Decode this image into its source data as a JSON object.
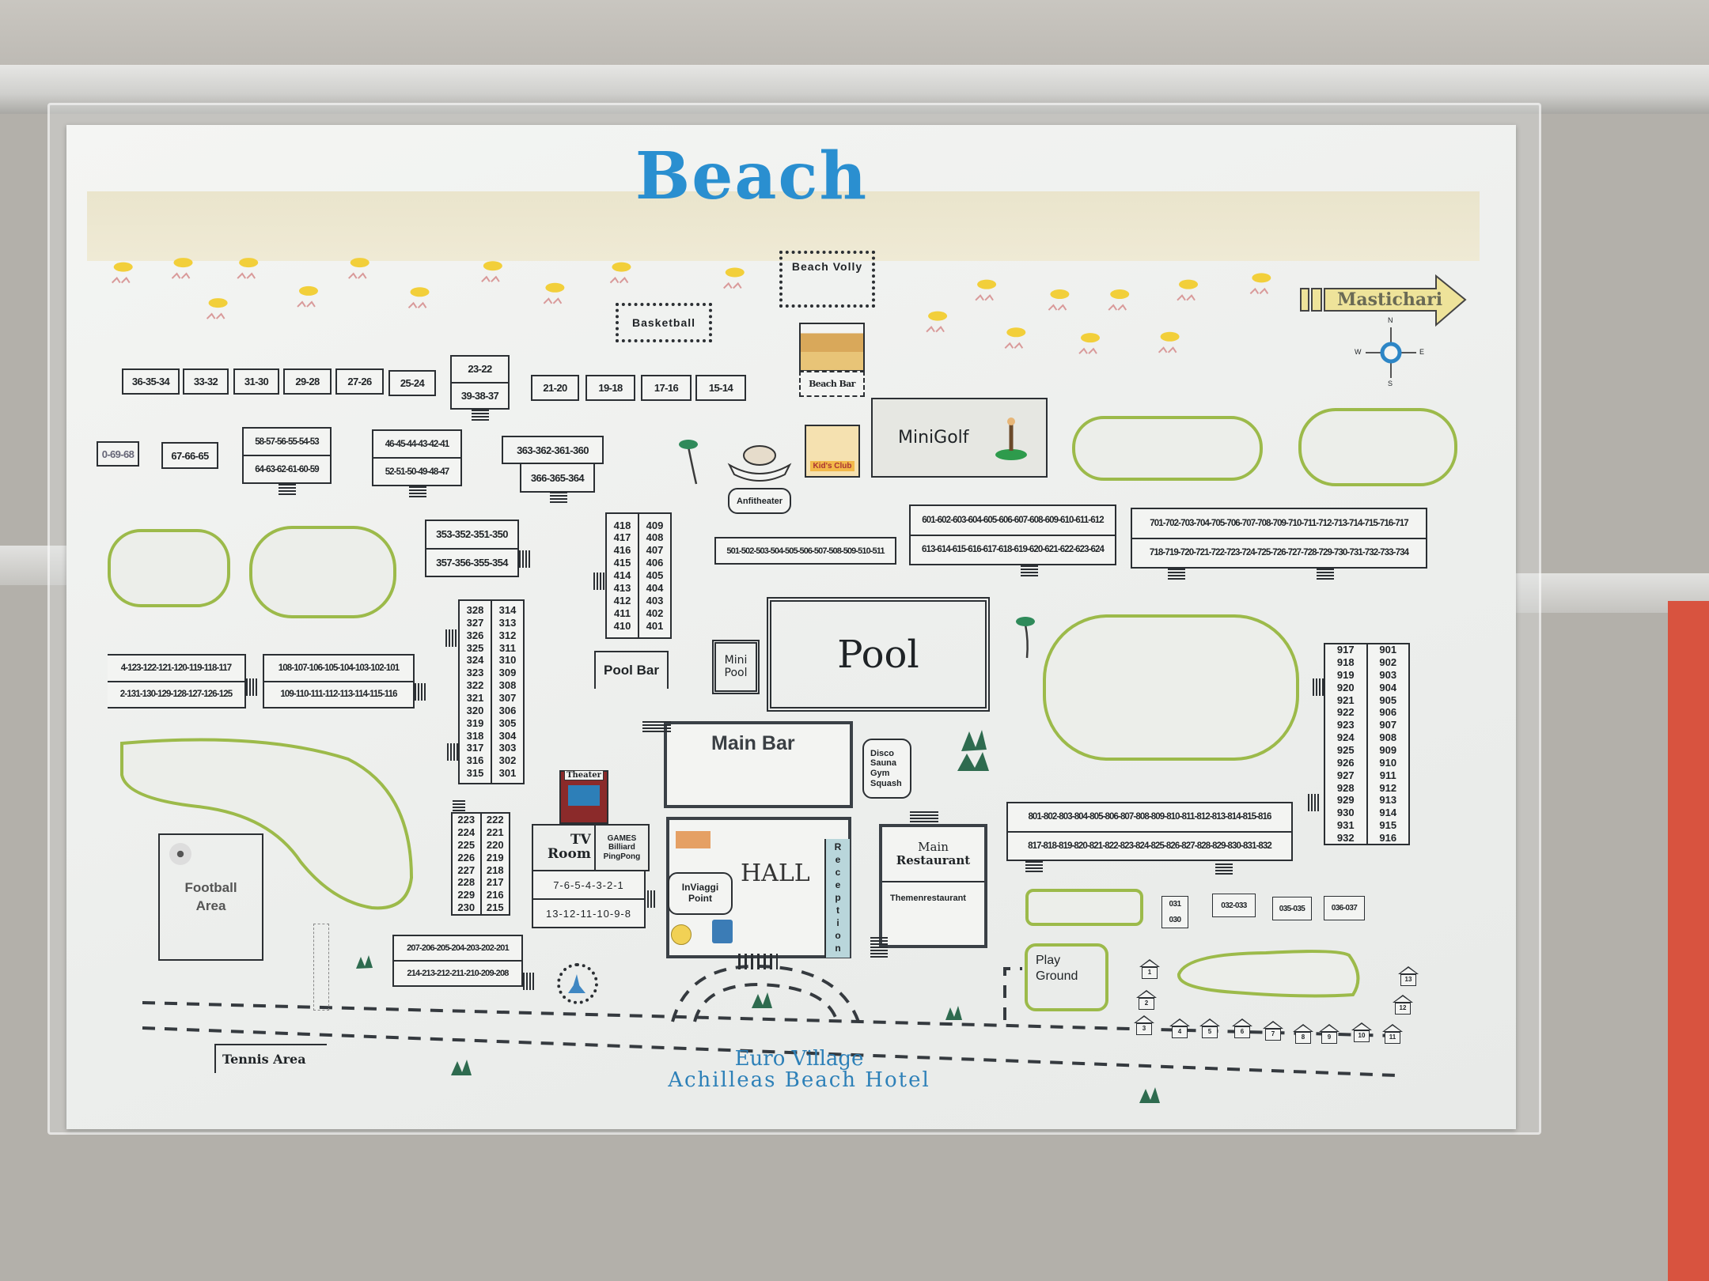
{
  "title": "Beach",
  "footer": {
    "line1": "Euro Village",
    "line2": "Achilleas Beach Hotel"
  },
  "direction_sign": {
    "label": "Mastichari"
  },
  "compass": {
    "n": "N",
    "s": "S",
    "e": "E",
    "w": "W"
  },
  "colors": {
    "title": "#2a8fd0",
    "lawn": "#9cba4a",
    "sand": "#ece6cc",
    "umbrella": "#f2cf3a",
    "arrow": "#eee39a",
    "reception": "#b9d6db"
  },
  "facilities": {
    "basketball": "Basketball",
    "beach_volley": "Beach Volly",
    "beach_bar": "Beach Bar",
    "anfitheater": "Anfitheater",
    "kids_club": "Kid's Club",
    "minigolf": "MiniGolf",
    "pool": "Pool",
    "mini_pool": [
      "Mini",
      "Pool"
    ],
    "pool_bar": "Pool Bar",
    "main_bar": "Main Bar",
    "wellness": [
      "Disco",
      "Sauna",
      "Gym",
      "Squash"
    ],
    "theater": "Theater",
    "tv_room": [
      "TV",
      "Room"
    ],
    "games": [
      "GAMES",
      "Billiard",
      "PingPong"
    ],
    "hall": "HALL",
    "reception": "Reception",
    "inviaggi": [
      "InViaggi",
      "Point"
    ],
    "main_restaurant": [
      "Main",
      "Restaurant"
    ],
    "themenrestaurant": "Themenrestaurant",
    "football": [
      "Football",
      "Area"
    ],
    "play_ground": [
      "Play",
      "Ground"
    ],
    "tennis": "Tennis Area"
  },
  "rooms": {
    "beach_row_left": [
      "36-35-34",
      "33-32",
      "31-30",
      "29-28",
      "27-26",
      "25-24"
    ],
    "block_23": [
      "23-22",
      "39-38-37"
    ],
    "beach_row_right": [
      "21-20",
      "19-18",
      "17-16",
      "15-14"
    ],
    "r_0_69_68": "0-69-68",
    "r_67": "67-66-65",
    "block_53": [
      "58-57-56-55-54-53",
      "64-63-62-61-60-59"
    ],
    "block_41": [
      "46-45-44-43-42-41",
      "52-51-50-49-48-47"
    ],
    "block_360": [
      "363-362-361-360",
      "366-365-364"
    ],
    "block_350": [
      "353-352-351-350",
      "357-356-355-354"
    ],
    "block_400": {
      "left": [
        "418",
        "417",
        "416",
        "415",
        "414",
        "413",
        "412",
        "411",
        "410"
      ],
      "right": [
        "409",
        "408",
        "407",
        "406",
        "405",
        "404",
        "403",
        "402",
        "401"
      ]
    },
    "block_500": "501-502-503-504-505-506-507-508-509-510-511",
    "block_600": [
      "601-602-603-604-605-606-607-608-609-610-611-612",
      "613-614-615-616-617-618-619-620-621-622-623-624"
    ],
    "block_700": [
      "701-702-703-704-705-706-707-708-709-710-711-712-713-714-715-716-717",
      "718-719-720-721-722-723-724-725-726-727-728-729-730-731-732-733-734"
    ],
    "block_117": [
      "4-123-122-121-120-119-118-117",
      "2-131-130-129-128-127-126-125"
    ],
    "block_101": [
      "108-107-106-105-104-103-102-101",
      "109-110-111-112-113-114-115-116"
    ],
    "block_300": {
      "left": [
        "328",
        "327",
        "326",
        "325",
        "324",
        "323",
        "322",
        "321",
        "320",
        "319",
        "318",
        "317",
        "316",
        "315"
      ],
      "right": [
        "314",
        "313",
        "312",
        "311",
        "310",
        "309",
        "308",
        "307",
        "306",
        "305",
        "304",
        "303",
        "302",
        "301"
      ]
    },
    "block_200v": {
      "left": [
        "223",
        "224",
        "225",
        "226",
        "227",
        "228",
        "229",
        "230"
      ],
      "right": [
        "222",
        "221",
        "220",
        "219",
        "218",
        "217",
        "216",
        "215"
      ]
    },
    "block_200h": [
      "207-206-205-204-203-202-201",
      "214-213-212-211-210-209-208"
    ],
    "block_1": [
      "7-6-5-4-3-2-1",
      "13-12-11-10-9-8"
    ],
    "block_800": [
      "801-802-803-804-805-806-807-808-809-810-811-812-813-814-815-816",
      "817-818-819-820-821-822-823-824-825-826-827-828-829-830-831-832"
    ],
    "block_900": {
      "left": [
        "917",
        "918",
        "919",
        "920",
        "921",
        "922",
        "923",
        "924",
        "925",
        "926",
        "927",
        "928",
        "929",
        "930",
        "931",
        "932"
      ],
      "right": [
        "901",
        "902",
        "903",
        "904",
        "905",
        "906",
        "907",
        "908",
        "909",
        "910",
        "911",
        "912",
        "913",
        "914",
        "915",
        "916"
      ]
    },
    "small": {
      "r031": [
        "031",
        "030"
      ],
      "r032": "032-033",
      "r035": "035-035",
      "r036": "036-037"
    },
    "houses": [
      "1",
      "2",
      "3",
      "4",
      "5",
      "6",
      "7",
      "8",
      "9",
      "10",
      "11",
      "12",
      "13"
    ]
  }
}
